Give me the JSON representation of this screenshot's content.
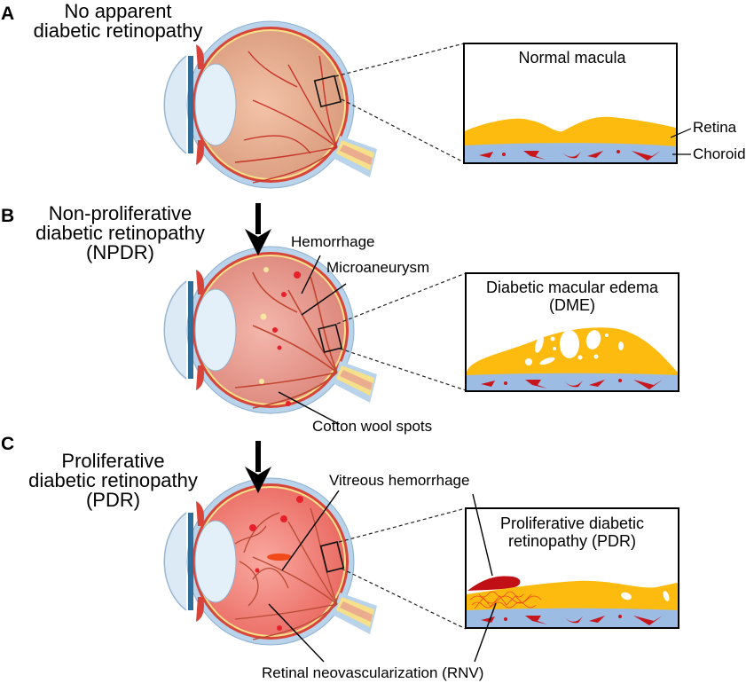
{
  "figure": {
    "panels": [
      {
        "letter": "A",
        "stage_title": [
          "No apparent",
          "diabetic retinopathy"
        ],
        "inset_title": [
          "Normal macula"
        ],
        "inset_labels": [
          "Retina",
          "Choroid"
        ],
        "eye_labels": []
      },
      {
        "letter": "B",
        "stage_title": [
          "Non-proliferative",
          "diabetic retinopathy",
          "(NPDR)"
        ],
        "inset_title": [
          "Diabetic macular edema",
          "(DME)"
        ],
        "inset_labels": [],
        "eye_labels": [
          "Hemorrhage",
          "Microaneurysm",
          "Cotton wool spots"
        ]
      },
      {
        "letter": "C",
        "stage_title": [
          "Proliferative",
          "diabetic retinopathy",
          "(PDR)"
        ],
        "inset_title": [
          "Proliferative diabetic",
          "retinopathy (PDR)"
        ],
        "inset_labels": [],
        "eye_labels": [
          "Vitreous hemorrhage",
          "Retinal neovascularization (RNV)"
        ]
      }
    ],
    "colors": {
      "retina": "#FDBB10",
      "choroid": "#9CBCE4",
      "vessel": "#C8161D",
      "sclera": "#B9D3EA",
      "eye_normal": "#E3A689",
      "eye_npdr": "#E59186",
      "eye_pdr": "#EE7D76",
      "hemorrhage": "#C01015",
      "rnv": "#F04A1A"
    }
  }
}
